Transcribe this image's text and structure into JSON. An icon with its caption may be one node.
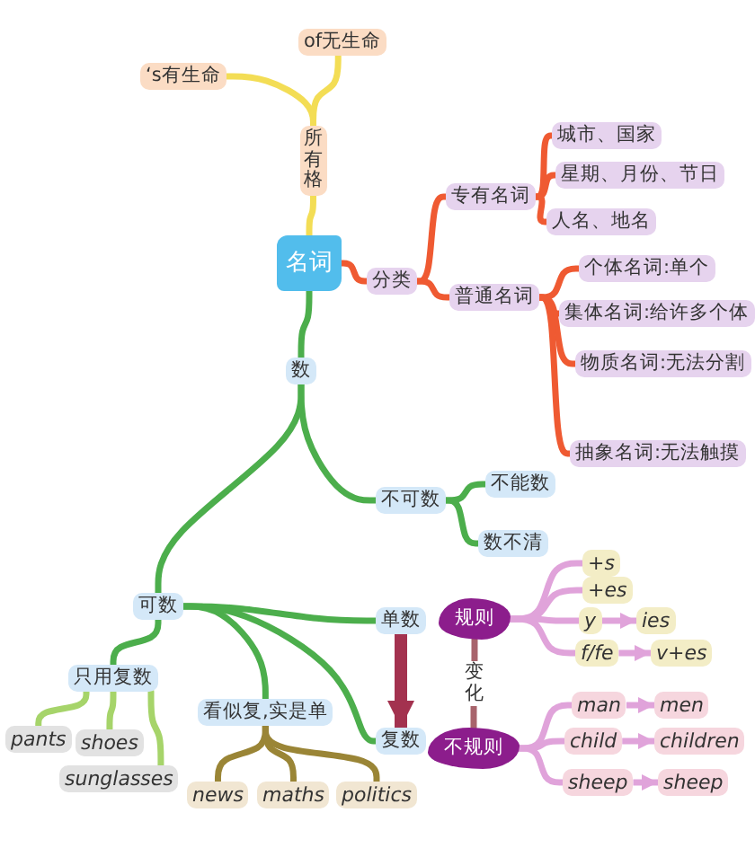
{
  "diagram": {
    "nodes": [
      {
        "text": [
          "名词"
        ]
      },
      {
        "text": [
          "所有格"
        ]
      },
      {
        "text": [
          "‘s有生命"
        ]
      },
      {
        "text": [
          "of无生命"
        ]
      },
      {
        "text": [
          "分类"
        ]
      },
      {
        "text": [
          "专有名词"
        ]
      },
      {
        "text": [
          "城市、国家"
        ]
      },
      {
        "text": [
          "星期、月份、节日"
        ]
      },
      {
        "text": [
          "人名、地名"
        ]
      },
      {
        "text": [
          "普通名词"
        ]
      },
      {
        "text": [
          "个体名词:单个"
        ]
      },
      {
        "text": [
          "集体名词:给许多个体"
        ]
      },
      {
        "text": [
          "物质名词:无法分割"
        ]
      },
      {
        "text": [
          "抽象名词:无法触摸"
        ]
      },
      {
        "text": [
          "数"
        ]
      },
      {
        "text": [
          "不可数"
        ]
      },
      {
        "text": [
          "不能数"
        ]
      },
      {
        "text": [
          "数不清"
        ]
      },
      {
        "text": [
          "可数"
        ]
      },
      {
        "text": [
          "只用复数"
        ]
      },
      {
        "text": [
          "pants"
        ]
      },
      {
        "text": [
          "shoes"
        ]
      },
      {
        "text": [
          "sunglasses"
        ]
      },
      {
        "text": [
          "看似复,实是单"
        ]
      },
      {
        "text": [
          "news"
        ]
      },
      {
        "text": [
          "maths"
        ]
      },
      {
        "text": [
          "politics"
        ]
      },
      {
        "text": [
          "单数"
        ]
      },
      {
        "text": [
          "复数"
        ]
      },
      {
        "text": [
          "规则"
        ]
      },
      {
        "text": [
          "不规则"
        ]
      },
      {
        "text": [
          "+s"
        ]
      },
      {
        "text": [
          "+es"
        ]
      },
      {
        "text": [
          "y"
        ]
      },
      {
        "text": [
          "ies"
        ]
      },
      {
        "text": [
          "f/fe"
        ]
      },
      {
        "text": [
          "v+es"
        ]
      },
      {
        "text": [
          "man"
        ]
      },
      {
        "text": [
          "men"
        ]
      },
      {
        "text": [
          "child"
        ]
      },
      {
        "text": [
          "children"
        ]
      },
      {
        "text": [
          "sheep"
        ]
      },
      {
        "text": [
          "sheep"
        ]
      }
    ],
    "edges": [
      {
        "from": 0,
        "to": 1,
        "arrow": "none",
        "color": "#f3dd55"
      },
      {
        "from": 1,
        "to": 2,
        "arrow": "none",
        "color": "#f3dd55"
      },
      {
        "from": 1,
        "to": 3,
        "arrow": "none",
        "color": "#f3dd55"
      },
      {
        "from": 0,
        "to": 4,
        "arrow": "none",
        "color": "#ef5a32"
      },
      {
        "from": 4,
        "to": 5,
        "arrow": "none",
        "color": "#ef5a32"
      },
      {
        "from": 4,
        "to": 9,
        "arrow": "none",
        "color": "#ef5a32"
      },
      {
        "from": 5,
        "to": 6,
        "arrow": "none",
        "color": "#ef5a32"
      },
      {
        "from": 5,
        "to": 7,
        "arrow": "none",
        "color": "#ef5a32"
      },
      {
        "from": 5,
        "to": 8,
        "arrow": "none",
        "color": "#ef5a32"
      },
      {
        "from": 9,
        "to": 10,
        "arrow": "none",
        "color": "#ef5a32"
      },
      {
        "from": 9,
        "to": 11,
        "arrow": "none",
        "color": "#ef5a32"
      },
      {
        "from": 9,
        "to": 12,
        "arrow": "none",
        "color": "#ef5a32"
      },
      {
        "from": 9,
        "to": 13,
        "arrow": "none",
        "color": "#ef5a32"
      },
      {
        "from": 0,
        "to": 14,
        "arrow": "none",
        "color": "#4cae4c"
      },
      {
        "from": 14,
        "to": 15,
        "arrow": "none",
        "color": "#4cae4c"
      },
      {
        "from": 14,
        "to": 18,
        "arrow": "none",
        "color": "#4cae4c"
      },
      {
        "from": 15,
        "to": 16,
        "arrow": "none",
        "color": "#4cae4c"
      },
      {
        "from": 15,
        "to": 17,
        "arrow": "none",
        "color": "#4cae4c"
      },
      {
        "from": 18,
        "to": 19,
        "arrow": "none",
        "color": "#4cae4c"
      },
      {
        "from": 18,
        "to": 23,
        "arrow": "none",
        "color": "#4cae4c"
      },
      {
        "from": 18,
        "to": 27,
        "arrow": "none",
        "color": "#4cae4c"
      },
      {
        "from": 18,
        "to": 28,
        "arrow": "none",
        "color": "#4cae4c"
      },
      {
        "from": 19,
        "to": 20,
        "arrow": "none",
        "color": "#a6d46a"
      },
      {
        "from": 19,
        "to": 21,
        "arrow": "none",
        "color": "#a6d46a"
      },
      {
        "from": 19,
        "to": 22,
        "arrow": "none",
        "color": "#a6d46a"
      },
      {
        "from": 23,
        "to": 24,
        "arrow": "none",
        "color": "#9a8536"
      },
      {
        "from": 23,
        "to": 25,
        "arrow": "none",
        "color": "#9a8536"
      },
      {
        "from": 23,
        "to": 26,
        "arrow": "none",
        "color": "#9a8536"
      },
      {
        "from": 27,
        "to": 28,
        "arrow": "to",
        "style": "thick",
        "color": "#a3324f"
      },
      {
        "from": 29,
        "to": 30,
        "arrow": "none",
        "label": "变化",
        "color": "#a8646c"
      },
      {
        "from": 29,
        "to": 31,
        "arrow": "none"
      },
      {
        "from": 29,
        "to": 32,
        "arrow": "none"
      },
      {
        "from": 29,
        "to": 33,
        "arrow": "none"
      },
      {
        "from": 29,
        "to": 35,
        "arrow": "none"
      },
      {
        "from": 33,
        "to": 34,
        "arrow": "to"
      },
      {
        "from": 35,
        "to": 36,
        "arrow": "to"
      },
      {
        "from": 30,
        "to": 37,
        "arrow": "none"
      },
      {
        "from": 30,
        "to": 39,
        "arrow": "none"
      },
      {
        "from": 30,
        "to": 41,
        "arrow": "none"
      },
      {
        "from": 37,
        "to": 38,
        "arrow": "to"
      },
      {
        "from": 39,
        "to": 40,
        "arrow": "to"
      },
      {
        "from": 41,
        "to": 42,
        "arrow": "to"
      }
    ]
  }
}
